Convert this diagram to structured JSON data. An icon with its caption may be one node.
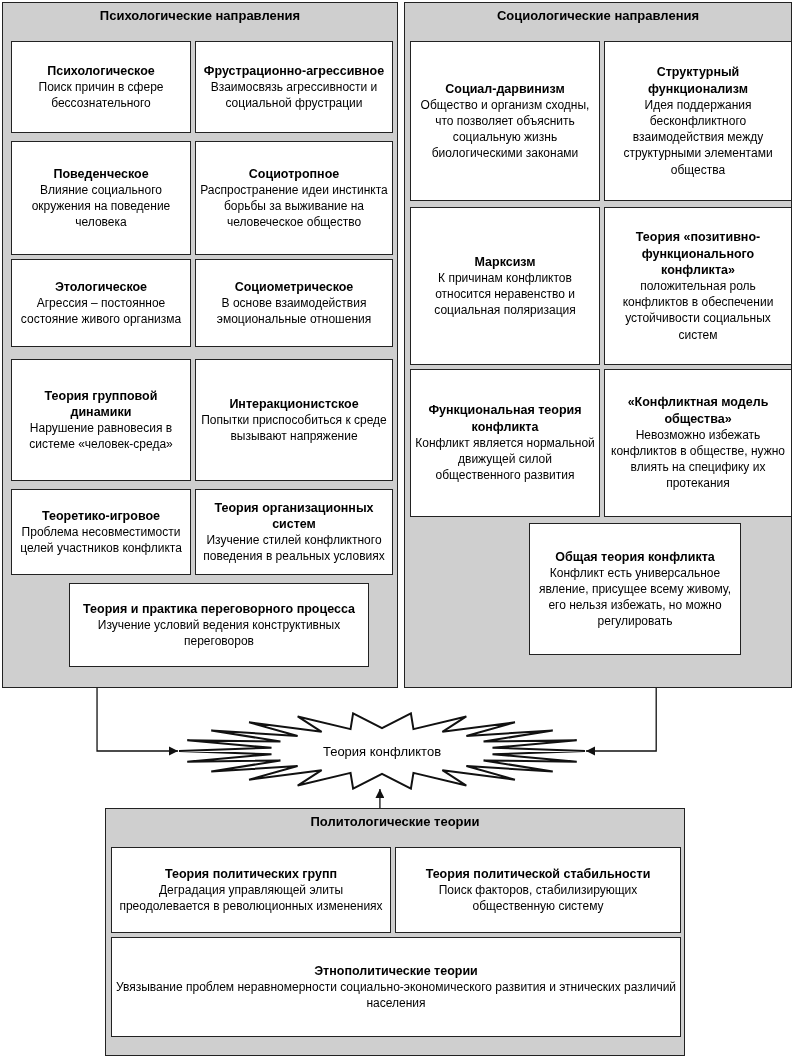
{
  "diagram": {
    "nodes": [
      {
        "text": [
          "Психологические направления"
        ]
      },
      {
        "text": [
          "Психологическое",
          "Поиск причин в сфере бессознательного"
        ],
        "in": 0
      },
      {
        "text": [
          "Фрустрационно-агрессивное",
          "Взаимосвязь агрессивности и социальной фрустрации"
        ],
        "in": 0
      },
      {
        "text": [
          "Поведенческое",
          "Влияние социального окружения на поведение человека"
        ],
        "in": 0
      },
      {
        "text": [
          "Социотропное",
          "Распространение идеи инстинкта борьбы за выживание на человеческое общество"
        ],
        "in": 0
      },
      {
        "text": [
          "Этологическое",
          "Агрессия – постоянное состояние живого организма"
        ],
        "in": 0
      },
      {
        "text": [
          "Социометрическое",
          "В основе взаимодействия эмоциональные отношения"
        ],
        "in": 0
      },
      {
        "text": [
          "Теория групповой динамики",
          "Нарушение равновесия в системе «человек-среда»"
        ],
        "in": 0
      },
      {
        "text": [
          "Интеракционистское",
          "Попытки приспособиться к среде вызывают напряжение"
        ],
        "in": 0
      },
      {
        "text": [
          "Теоретико-игровое",
          "Проблема несовместимости целей участников конфликта"
        ],
        "in": 0
      },
      {
        "text": [
          "Теория организационных систем",
          "Изучение стилей конфликтного поведения в реальных условиях"
        ],
        "in": 0
      },
      {
        "text": [
          "Теория и практика переговорного процесса",
          "Изучение условий ведения конструктивных переговоров"
        ],
        "in": 0
      },
      {
        "text": [
          "Социологические направления"
        ]
      },
      {
        "text": [
          "Социал-дарвинизм",
          "Общество и организм сходны, что позволяет объяснить социальную жизнь биологическими законами"
        ],
        "in": 12
      },
      {
        "text": [
          "Структурный функционализм",
          "Идея поддержания бесконфликтного взаимодействия между структурными элементами общества"
        ],
        "in": 12
      },
      {
        "text": [
          "Марксизм",
          "К причинам конфликтов относится неравенство и социальная поляризация"
        ],
        "in": 12
      },
      {
        "text": [
          "Теория «позитивно-функционального конфликта»",
          "положительная роль конфликтов в обеспечении устойчивости социальных систем"
        ],
        "in": 12
      },
      {
        "text": [
          "Функциональная теория конфликта",
          "Конфликт является нормальной движущей силой общественного развития"
        ],
        "in": 12
      },
      {
        "text": [
          "«Конфликтная модель общества»",
          "Невозможно избежать конфликтов в обществе, нужно влиять на специфику их протекания"
        ],
        "in": 12
      },
      {
        "text": [
          "Общая теория конфликта",
          "Конфликт есть универсальное явление, присущее всему живому, его нельзя избежать, но можно регулировать"
        ],
        "in": 12
      },
      {
        "text": [
          "Теория конфликтов"
        ]
      },
      {
        "text": [
          "Политологические теории"
        ]
      },
      {
        "text": [
          "Теория политических групп",
          "Деградация управляющей элиты преодолевается в революционных изменениях"
        ],
        "in": 21
      },
      {
        "text": [
          "Теория политической стабильности",
          "Поиск факторов, стабилизирующих общественную систему"
        ],
        "in": 21
      },
      {
        "text": [
          "Этнополитические теории",
          "Увязывание проблем неравномерности социально-экономического развития и этнических различий населения"
        ],
        "in": 21
      }
    ],
    "edges": [
      {
        "from": 0,
        "to": 20,
        "arrow": "to"
      },
      {
        "from": 12,
        "to": 20,
        "arrow": "to"
      },
      {
        "from": 21,
        "to": 20,
        "arrow": "to"
      }
    ]
  }
}
